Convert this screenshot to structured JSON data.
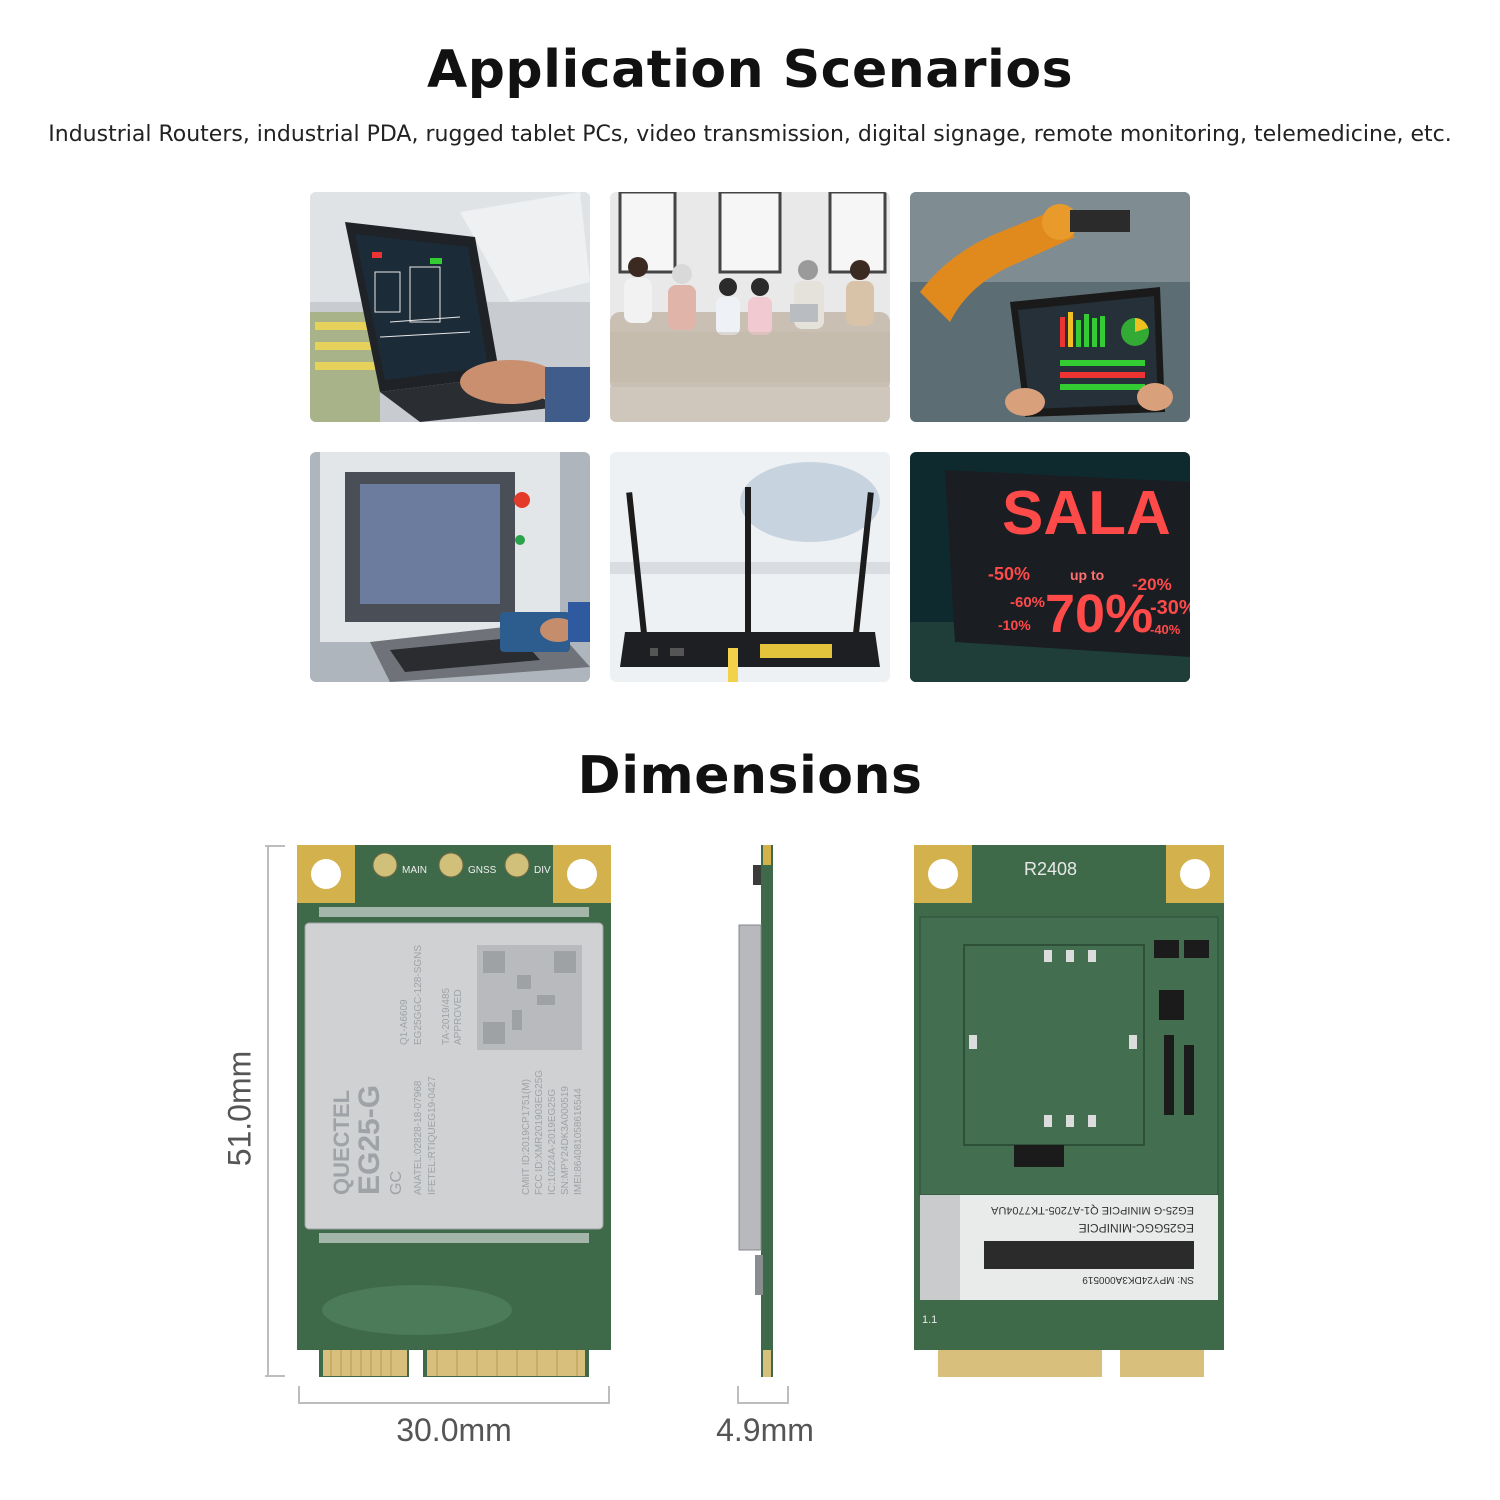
{
  "application": {
    "title": "Application Scenarios",
    "subtitle": "Industrial Routers, industrial PDA, rugged tablet PCs, video transmission, digital signage, remote monitoring, telemedicine, etc."
  },
  "tiles": [
    {
      "name": "industrial-laptop"
    },
    {
      "name": "family-devices"
    },
    {
      "name": "robot-tablet-dashboard"
    },
    {
      "name": "industrial-kiosk"
    },
    {
      "name": "wifi-router"
    },
    {
      "name": "digital-signage",
      "sign": {
        "headline": "SALA",
        "upto": "up to",
        "big": "70%",
        "d1": "-50%",
        "d2": "-60%",
        "d3": "-10%",
        "d4": "-20%",
        "d5": "-30%",
        "d6": "-40%"
      }
    }
  ],
  "dimensions": {
    "title": "Dimensions",
    "height_label": "51.0mm",
    "width_label": "30.0mm",
    "thickness_label": "4.9mm"
  },
  "front_board": {
    "ant1": "MAIN",
    "ant2": "GNSS",
    "ant3": "DIV",
    "brand": "QUECTEL",
    "model": "EG25-G",
    "sub": "GC",
    "lines": [
      "ANATEL:02828-18-07968",
      "IFETEL:RTIQUEG19-0427",
      "EG25GGC-128-SGNS",
      "Q1-A6609",
      "TA-2019/485",
      "APPROVED"
    ],
    "ids": [
      "CMIIT ID:2019CP1751(M)",
      "FCC ID:XMR201903EG25G",
      "IC:10224A-2019EG25G",
      "SN:MPY24DK3A000519",
      "IMEI:864081058616544"
    ]
  },
  "back_board": {
    "code": "R2408",
    "label_sn": "SN: MPY24DK3A000519",
    "label_l1": "EG25GGC-MINIPCIE",
    "label_l2": "EG25-G MINIPCIE   Q1-A7205-TK7704UA",
    "rev": "1.1"
  }
}
